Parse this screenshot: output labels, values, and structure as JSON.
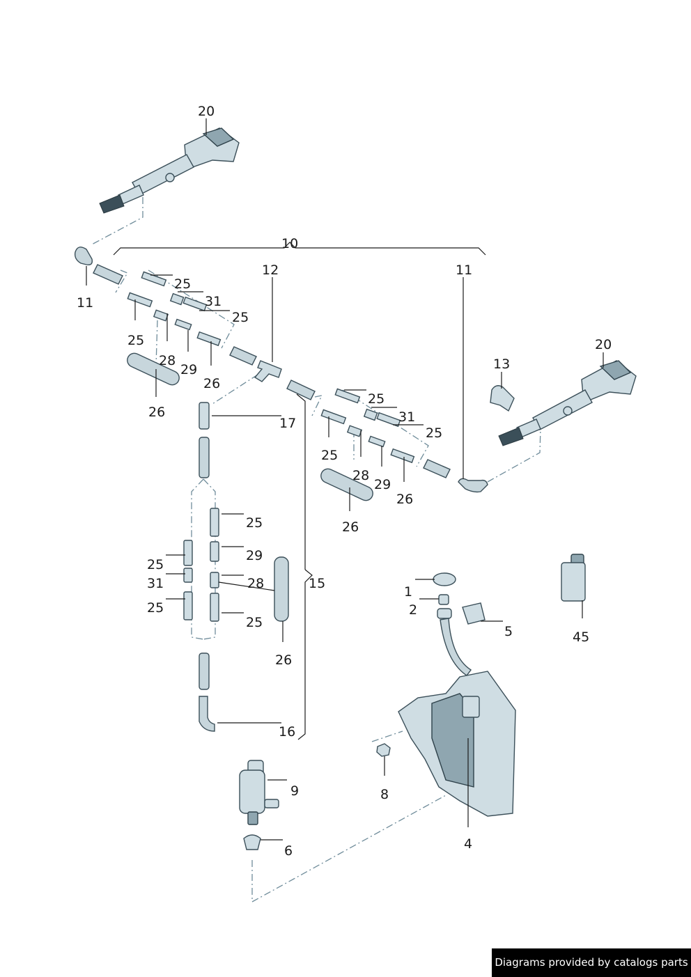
{
  "labels": {
    "l20a": "20",
    "l20b": "20",
    "l10": "10",
    "l11a": "11",
    "l11b": "11",
    "l12": "12",
    "l13": "13",
    "l25a": "25",
    "l25b": "25",
    "l25c": "25",
    "l31a": "31",
    "l28a": "28",
    "l29a": "29",
    "l26a": "26",
    "l26b": "26",
    "l25d": "25",
    "l25e": "25",
    "l25f": "25",
    "l31b": "31",
    "l28b": "28",
    "l29b": "29",
    "l26c": "26",
    "l26d": "26",
    "l17": "17",
    "l25g": "25",
    "l29c": "29",
    "l25h": "25",
    "l31c": "31",
    "l28c": "28",
    "l25i": "25",
    "l25j": "25",
    "l26e": "26",
    "l15": "15",
    "l16": "16",
    "l1": "1",
    "l2": "2",
    "l5": "5",
    "l45": "45",
    "l8": "8",
    "l4": "4",
    "l9": "9",
    "l6": "6"
  },
  "credit": "Diagrams provided by catalogs parts"
}
